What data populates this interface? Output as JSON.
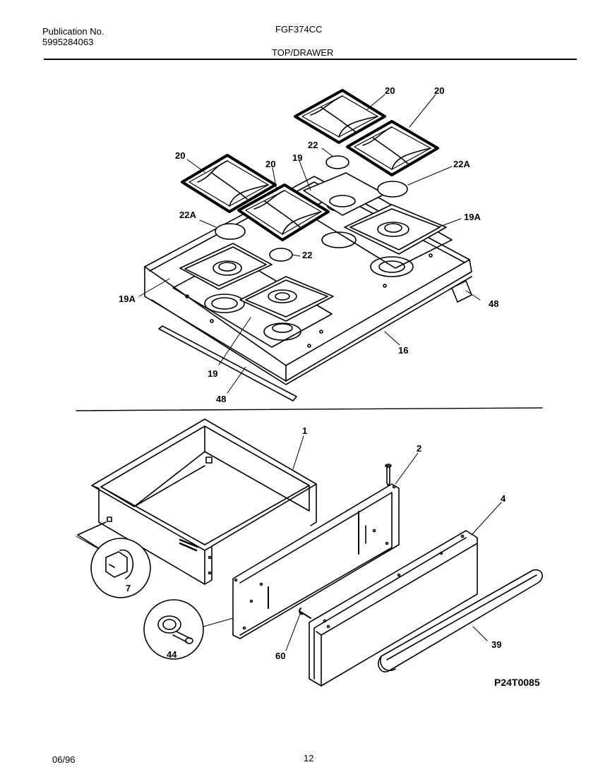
{
  "header": {
    "publication_label": "Publication No.",
    "publication_number": "5995284063",
    "model": "FGF374CC",
    "section_title": "TOP/DRAWER"
  },
  "footer": {
    "date": "06/96",
    "page": "12"
  },
  "diagram": {
    "drawing_code": "P24T0085",
    "callouts": {
      "c20a": "20",
      "c20b": "20",
      "c20c": "20",
      "c20d": "20",
      "c22a": "22",
      "c22b": "22",
      "c22A_right": "22A",
      "c22A_left": "22A",
      "c19a": "19",
      "c19b": "19",
      "c19A_right": "19A",
      "c19A_left": "19A",
      "c48a": "48",
      "c48b": "48",
      "c16": "16",
      "c1": "1",
      "c2": "2",
      "c4": "4",
      "c7": "7",
      "c44": "44",
      "c60": "60",
      "c39": "39"
    }
  }
}
